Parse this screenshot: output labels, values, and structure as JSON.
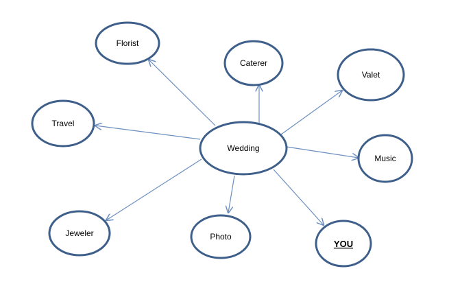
{
  "diagram": {
    "center": {
      "id": "wedding",
      "label": "Wedding"
    },
    "nodes": [
      {
        "id": "florist",
        "label": "Florist"
      },
      {
        "id": "caterer",
        "label": "Caterer"
      },
      {
        "id": "valet",
        "label": "Valet"
      },
      {
        "id": "travel",
        "label": "Travel"
      },
      {
        "id": "music",
        "label": "Music"
      },
      {
        "id": "jeweler",
        "label": "Jeweler"
      },
      {
        "id": "photo",
        "label": "Photo"
      },
      {
        "id": "you",
        "label": "YOU"
      }
    ],
    "edges": [
      {
        "from": "wedding",
        "to": "florist"
      },
      {
        "from": "wedding",
        "to": "caterer"
      },
      {
        "from": "wedding",
        "to": "valet"
      },
      {
        "from": "wedding",
        "to": "travel"
      },
      {
        "from": "wedding",
        "to": "music"
      },
      {
        "from": "wedding",
        "to": "jeweler"
      },
      {
        "from": "wedding",
        "to": "photo"
      },
      {
        "from": "wedding",
        "to": "you"
      }
    ]
  },
  "colors": {
    "node_stroke": "#3e5f8a",
    "edge_stroke": "#6b8fc0"
  }
}
